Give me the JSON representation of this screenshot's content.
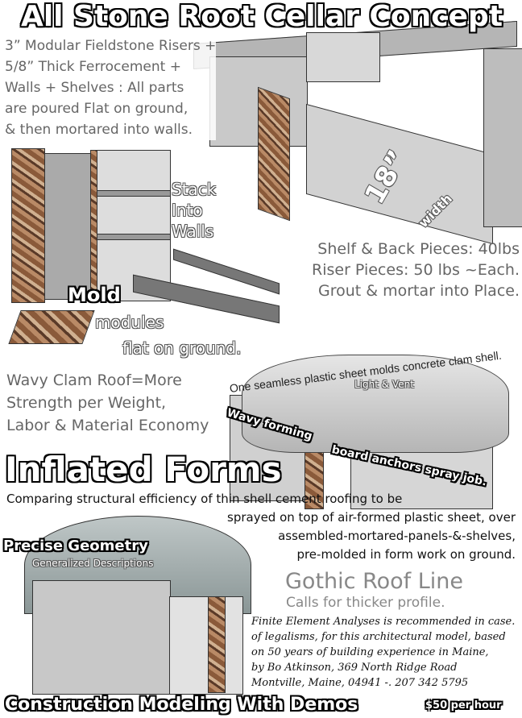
{
  "title": "All Stone Root Cellar Concept",
  "intro": [
    "3” Modular Fieldstone Risers +",
    "5/8” Thick Ferrocement +",
    "Walls + Shelves : All parts",
    "are poured Flat on ground,",
    "& then mortared into walls."
  ],
  "stack": [
    "Stack",
    "Into",
    "Walls"
  ],
  "width_label": {
    "size": "18”",
    "word": "width"
  },
  "weights": [
    "Shelf & Back Pieces: 40lbs",
    "Riser Pieces: 50 lbs ~Each.",
    "Grout & mortar into Place."
  ],
  "mold": {
    "word": "Mold",
    "line1": "modules",
    "line2": "flat on ground."
  },
  "clam_caption": "One seamless plastic sheet molds concrete clam shell.",
  "light_vent": "Light & Vent",
  "wavy_roof": [
    "Wavy Clam Roof=More",
    "Strength per Weight,",
    "Labor & Material Economy"
  ],
  "wavy_forming": "Wavy forming",
  "board_anchors": "board anchors spray job.",
  "inflated": "Inflated Forms",
  "comparing": [
    "Comparing structural efficiency of  thin shell cement roofing to be",
    "sprayed on top of air-formed plastic sheet, over",
    "assembled-mortared-panels-&-shelves,",
    "pre-molded in form work on ground."
  ],
  "precise": "Precise Geometry",
  "generalized": "Generalized Descriptions",
  "gothic": "Gothic Roof Line",
  "thicker": "Calls for thicker profile.",
  "fea": [
    "Finite Element Analyses is recommended in case.",
    "of legalisms, for this architectural model, based",
    "on 50 years of building experience in Maine,",
    "by Bo Atkinson, 369 North Ridge Road",
    "Montville, Maine, 04941 -. 207 342 5795"
  ],
  "footer": "Construction Modeling With Demos",
  "price": "$50 per hour"
}
